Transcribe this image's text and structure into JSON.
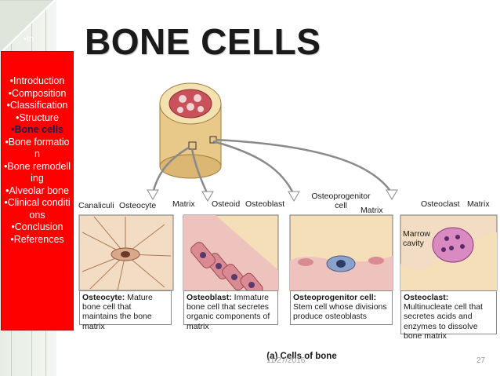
{
  "slide": {
    "title": "BONE CELLS",
    "faded_heading": "•In",
    "date": "11/27/2016",
    "page_number": "27"
  },
  "nav": {
    "items": [
      {
        "label": "•Introduction",
        "active": false
      },
      {
        "label": "•Composition",
        "active": false
      },
      {
        "label": "•Classification",
        "active": false
      },
      {
        "label": "•Structure",
        "active": false
      },
      {
        "label": "•Bone cells",
        "active": true
      },
      {
        "label": "•Bone formation",
        "active": false
      },
      {
        "label": "•Bone remodelling",
        "active": false
      },
      {
        "label": "•Alveolar bone",
        "active": false
      },
      {
        "label": "•Clinical conditions",
        "active": false
      },
      {
        "label": "•Conclusion",
        "active": false
      },
      {
        "label": "•References",
        "active": false
      }
    ],
    "active_color": "#1c1c4a",
    "background_color": "#ff0000"
  },
  "figure": {
    "labels": {
      "canaliculi": "Canaliculi",
      "osteocyte": "Osteocyte",
      "matrix_1": "Matrix",
      "osteoid": "Osteoid",
      "osteoblast": "Osteoblast",
      "osteoprogenitor": "Osteoprogenitor cell",
      "matrix_2": "Matrix",
      "osteoclast": "Osteoclast",
      "matrix_3": "Matrix",
      "marrow": "Marrow cavity"
    },
    "captions": [
      {
        "term": "Osteocyte:",
        "text": " Mature bone cell that maintains the bone matrix"
      },
      {
        "term": "Osteoblast:",
        "text": " Immature bone cell that secretes organic components of matrix"
      },
      {
        "term": "Osteoprogenitor cell:",
        "text": " Stem cell whose divisions produce osteoblasts"
      },
      {
        "term": "Osteoclast:",
        "text": " Multinucleate cell that secretes acids and enzymes to dissolve bone matrix"
      }
    ],
    "caption_title": "(a) Cells of bone"
  }
}
